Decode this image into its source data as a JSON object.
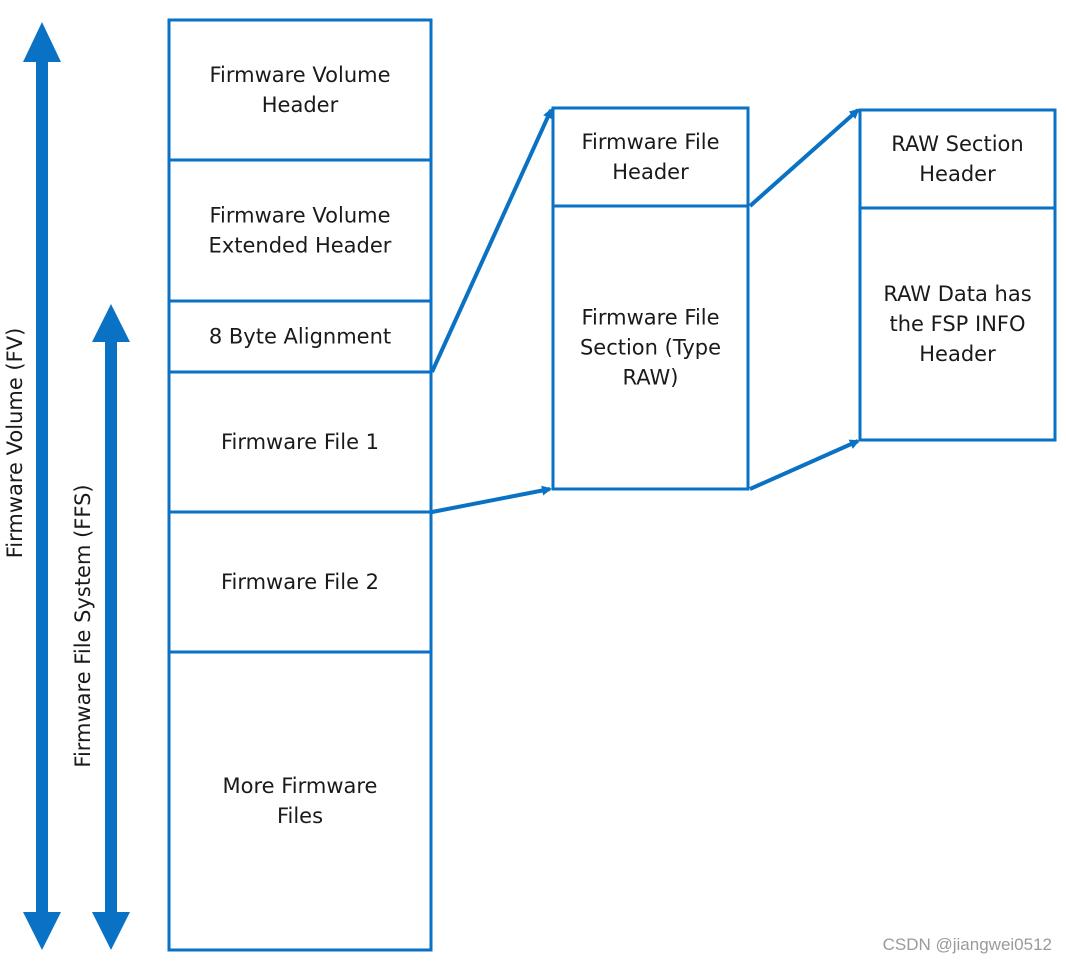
{
  "colors": {
    "accent": "#0a72c4",
    "text": "#1a1a1a",
    "background": "#ffffff"
  },
  "labels": {
    "fv_axis": "Firmware Volume (FV)",
    "ffs_axis": "Firmware File System (FFS)"
  },
  "fv_stack": [
    [
      "Firmware Volume",
      "Header"
    ],
    [
      "Firmware Volume",
      "Extended Header"
    ],
    [
      "8 Byte Alignment"
    ],
    [
      "Firmware File 1"
    ],
    [
      "Firmware File 2"
    ],
    [
      "More Firmware",
      "Files"
    ]
  ],
  "file_stack": [
    [
      "Firmware File",
      "Header"
    ],
    [
      "Firmware File",
      "Section (Type",
      "RAW)"
    ]
  ],
  "section_stack": [
    [
      "RAW Section",
      "Header"
    ],
    [
      "RAW Data has",
      "the FSP INFO",
      "Header"
    ]
  ],
  "watermark": "CSDN @jiangwei0512"
}
